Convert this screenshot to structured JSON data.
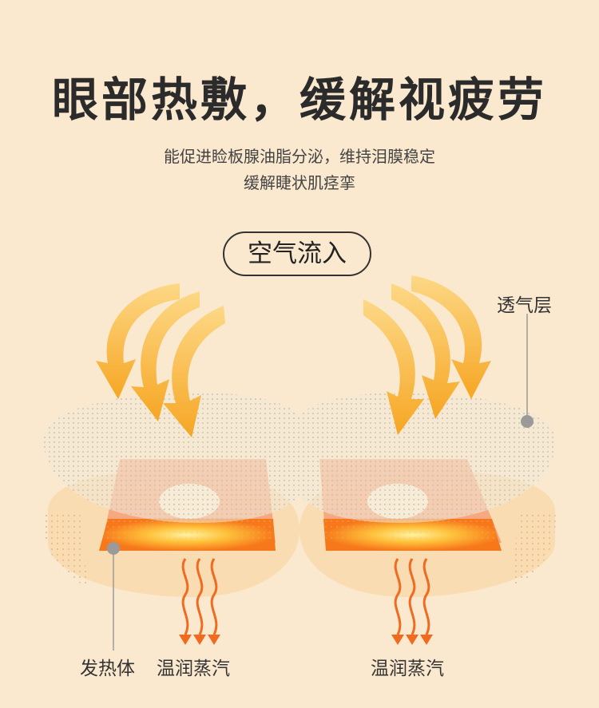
{
  "header": {
    "title": "眼部热敷，缓解视疲劳",
    "subtitle_line1": "能促进睑板腺油脂分泌，维持泪膜稳定",
    "subtitle_line2": "缓解睫状肌痉挛"
  },
  "diagram": {
    "air_in_label": "空气流入",
    "breathable_layer_label": "透气层",
    "heating_element_label": "发热体",
    "steam_left_label": "温润蒸汽",
    "steam_right_label": "温润蒸汽"
  },
  "colors": {
    "background": "#fbe9cf",
    "arrow": "#f6a623",
    "heater": "#f7781a",
    "steam": "#f26a1f"
  }
}
